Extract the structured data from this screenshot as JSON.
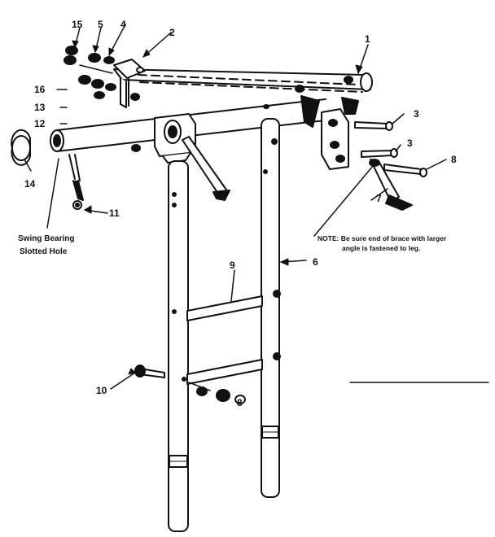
{
  "parts": {
    "p1": "1",
    "p2": "2",
    "p3a": "3",
    "p3b": "3",
    "p4": "4",
    "p5": "5",
    "p6": "6",
    "p7": "7",
    "p8a": "8",
    "p8b": "8",
    "p9": "9",
    "p10": "10",
    "p11": "11",
    "p12": "12",
    "p13": "13",
    "p14": "14",
    "p15": "15",
    "p16": "16"
  },
  "labels": {
    "swing_bearing": "Swing Bearing",
    "slotted_hole": "Slotted Hole",
    "note_line1": "NOTE: Be sure end of brace with larger",
    "note_line2": "angle is fastened to leg."
  }
}
